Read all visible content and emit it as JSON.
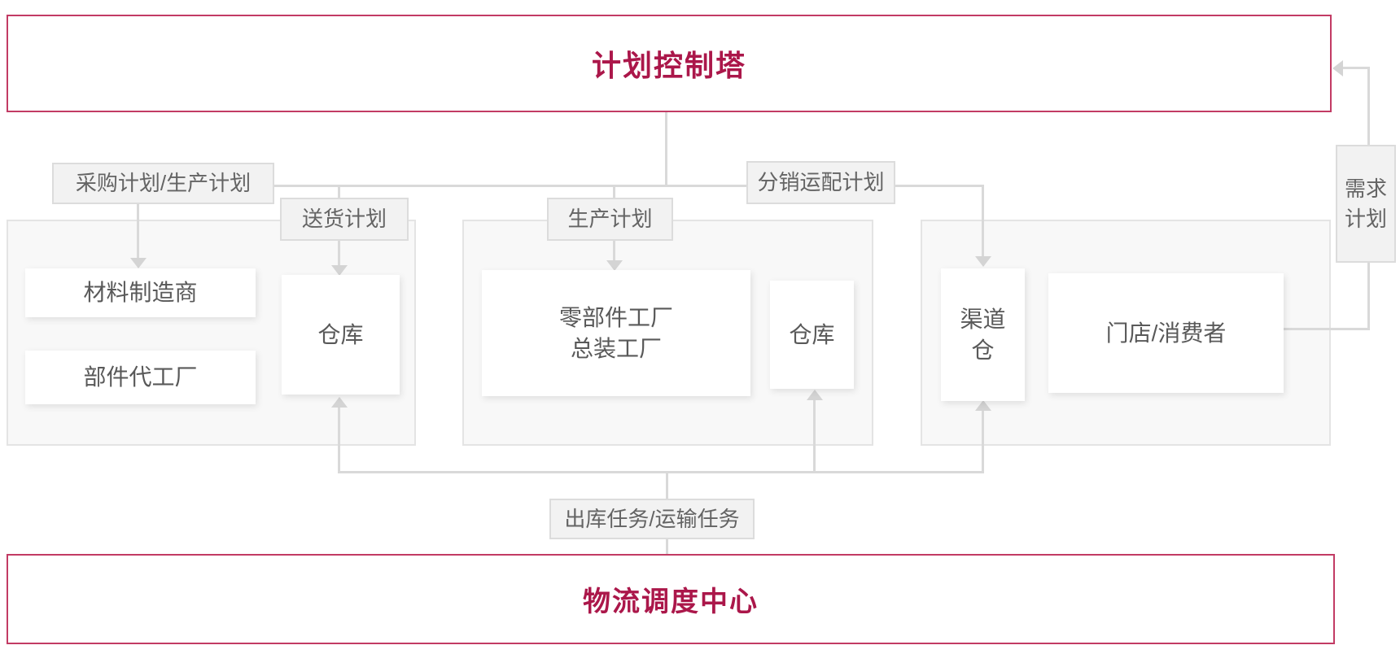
{
  "diagram": {
    "top_box": {
      "label": "计划控制塔"
    },
    "bottom_box": {
      "label": "物流调度中心"
    },
    "plan_labels": {
      "procurement_production": "采购计划/生产计划",
      "delivery": "送货计划",
      "production": "生产计划",
      "distribution": "分销运配计划",
      "demand_line1": "需求",
      "demand_line2": "计划",
      "outbound_transport": "出库任务/运输任务"
    },
    "groups": {
      "supply": {
        "material_manufacturer": "材料制造商",
        "component_oem": "部件代工厂",
        "warehouse": "仓库"
      },
      "manufacturing": {
        "factory_line1": "零部件工厂",
        "factory_line2": "总装工厂",
        "warehouse": "仓库"
      },
      "distribution": {
        "channel_warehouse_line1": "渠道",
        "channel_warehouse_line2": "仓",
        "store_consumer": "门店/消费者"
      }
    },
    "colors": {
      "accent_text": "#AB174A",
      "accent_border": "#C23B64",
      "connector_gray": "#D9D9D9",
      "label_text": "#646464",
      "node_text": "#595959",
      "group_fill": "#F8F8F8",
      "label_fill": "#F2F2F2"
    }
  }
}
